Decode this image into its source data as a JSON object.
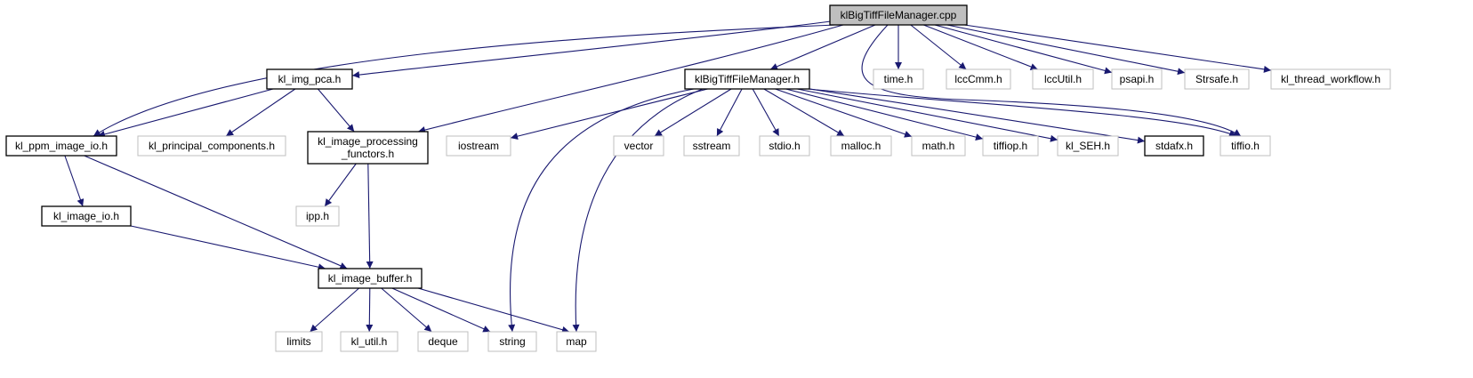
{
  "colors": {
    "edge": "#191970",
    "root_fill": "#bfbfbf",
    "project_border": "#000000",
    "system_border": "#bfbfbf",
    "text": "#000000",
    "background": "#ffffff"
  },
  "nodes": [
    {
      "id": "root",
      "label": "klBigTiffFileManager.cpp",
      "kind": "root"
    },
    {
      "id": "pca",
      "label": "kl_img_pca.h",
      "kind": "project"
    },
    {
      "id": "bigtiff_h",
      "label": "klBigTiffFileManager.h",
      "kind": "project"
    },
    {
      "id": "time",
      "label": "time.h",
      "kind": "system"
    },
    {
      "id": "lcccmm",
      "label": "lccCmm.h",
      "kind": "system"
    },
    {
      "id": "lccutil",
      "label": "lccUtil.h",
      "kind": "system"
    },
    {
      "id": "psapi",
      "label": "psapi.h",
      "kind": "system"
    },
    {
      "id": "strsafe",
      "label": "Strsafe.h",
      "kind": "system"
    },
    {
      "id": "thread_wf",
      "label": "kl_thread_workflow.h",
      "kind": "system"
    },
    {
      "id": "ppm",
      "label": "kl_ppm_image_io.h",
      "kind": "project"
    },
    {
      "id": "princ",
      "label": "kl_principal_components.h",
      "kind": "system"
    },
    {
      "id": "functors",
      "label": "kl_image_processing\n_functors.h",
      "kind": "project"
    },
    {
      "id": "iostream",
      "label": "iostream",
      "kind": "system"
    },
    {
      "id": "vector",
      "label": "vector",
      "kind": "system"
    },
    {
      "id": "sstream",
      "label": "sstream",
      "kind": "system"
    },
    {
      "id": "stdio",
      "label": "stdio.h",
      "kind": "system"
    },
    {
      "id": "malloc",
      "label": "malloc.h",
      "kind": "system"
    },
    {
      "id": "math",
      "label": "math.h",
      "kind": "system"
    },
    {
      "id": "tiffiop",
      "label": "tiffiop.h",
      "kind": "system"
    },
    {
      "id": "klseh",
      "label": "kl_SEH.h",
      "kind": "system"
    },
    {
      "id": "stdafx",
      "label": "stdafx.h",
      "kind": "project"
    },
    {
      "id": "tiffio",
      "label": "tiffio.h",
      "kind": "system"
    },
    {
      "id": "imageio",
      "label": "kl_image_io.h",
      "kind": "project"
    },
    {
      "id": "ipp",
      "label": "ipp.h",
      "kind": "system"
    },
    {
      "id": "imgbuf",
      "label": "kl_image_buffer.h",
      "kind": "project"
    },
    {
      "id": "limits",
      "label": "limits",
      "kind": "system"
    },
    {
      "id": "klutil",
      "label": "kl_util.h",
      "kind": "system"
    },
    {
      "id": "deque",
      "label": "deque",
      "kind": "system"
    },
    {
      "id": "string",
      "label": "string",
      "kind": "system"
    },
    {
      "id": "map",
      "label": "map",
      "kind": "system"
    }
  ],
  "edges": [
    [
      "root",
      "pca"
    ],
    [
      "root",
      "bigtiff_h"
    ],
    [
      "root",
      "time"
    ],
    [
      "root",
      "lcccmm"
    ],
    [
      "root",
      "lccutil"
    ],
    [
      "root",
      "psapi"
    ],
    [
      "root",
      "strsafe"
    ],
    [
      "root",
      "thread_wf"
    ],
    [
      "root",
      "ppm"
    ],
    [
      "root",
      "functors"
    ],
    [
      "root",
      "tiffio"
    ],
    [
      "pca",
      "ppm"
    ],
    [
      "pca",
      "princ"
    ],
    [
      "pca",
      "functors"
    ],
    [
      "ppm",
      "imageio"
    ],
    [
      "ppm",
      "imgbuf"
    ],
    [
      "imageio",
      "imgbuf"
    ],
    [
      "functors",
      "ipp"
    ],
    [
      "functors",
      "imgbuf"
    ],
    [
      "bigtiff_h",
      "iostream"
    ],
    [
      "bigtiff_h",
      "vector"
    ],
    [
      "bigtiff_h",
      "sstream"
    ],
    [
      "bigtiff_h",
      "stdio"
    ],
    [
      "bigtiff_h",
      "malloc"
    ],
    [
      "bigtiff_h",
      "math"
    ],
    [
      "bigtiff_h",
      "tiffiop"
    ],
    [
      "bigtiff_h",
      "klseh"
    ],
    [
      "bigtiff_h",
      "stdafx"
    ],
    [
      "bigtiff_h",
      "tiffio"
    ],
    [
      "bigtiff_h",
      "string"
    ],
    [
      "bigtiff_h",
      "map"
    ],
    [
      "imgbuf",
      "limits"
    ],
    [
      "imgbuf",
      "klutil"
    ],
    [
      "imgbuf",
      "deque"
    ],
    [
      "imgbuf",
      "string"
    ],
    [
      "imgbuf",
      "map"
    ]
  ]
}
